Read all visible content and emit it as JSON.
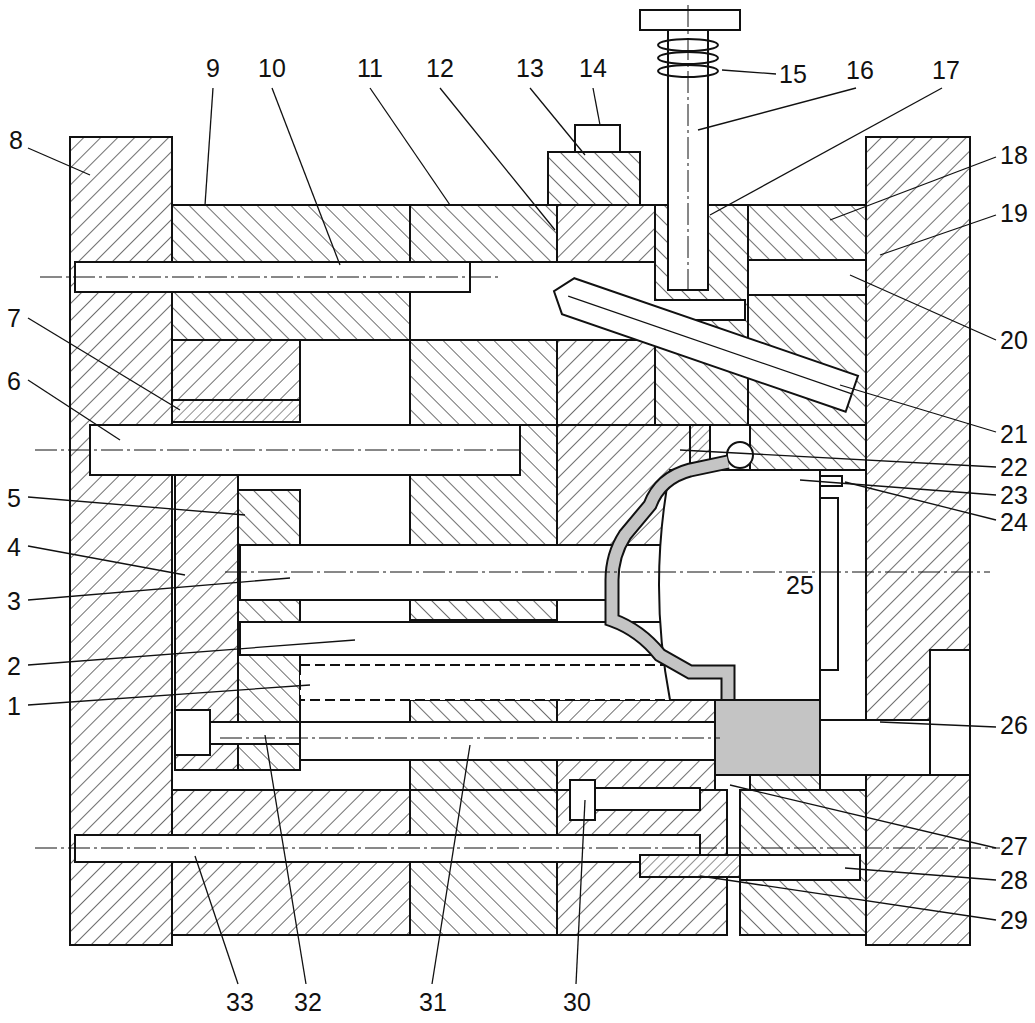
{
  "diagram": {
    "labels": [
      "9",
      "10",
      "11",
      "12",
      "13",
      "14",
      "15",
      "16",
      "17",
      "8",
      "18",
      "19",
      "7",
      "20",
      "21",
      "6",
      "22",
      "23",
      "24",
      "5",
      "4",
      "3",
      "25",
      "2",
      "1",
      "26",
      "27",
      "28",
      "29",
      "33",
      "32",
      "31",
      "30"
    ]
  }
}
